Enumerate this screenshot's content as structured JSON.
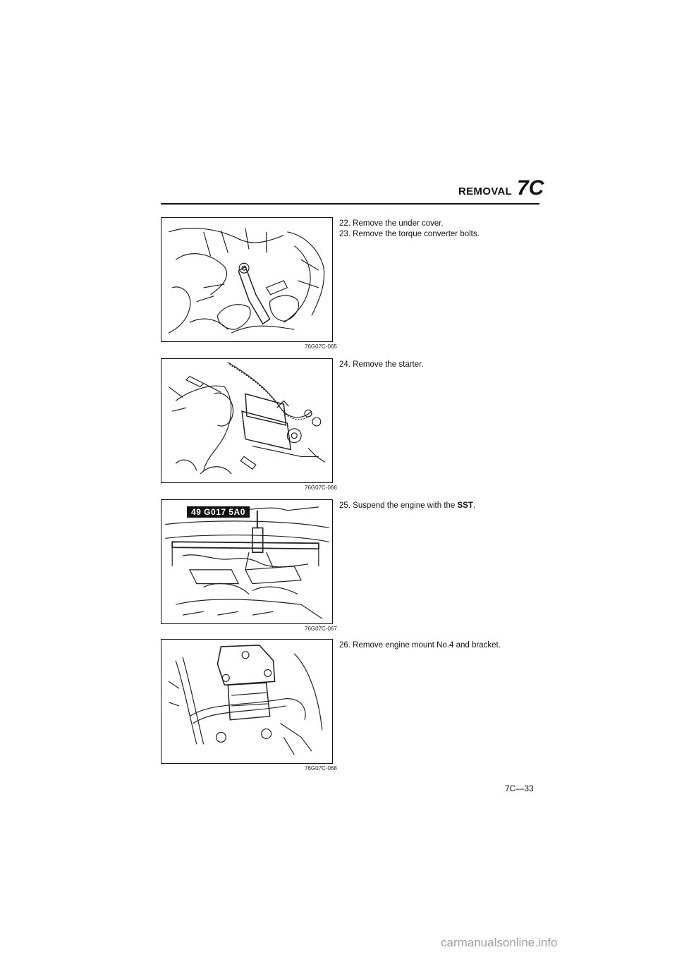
{
  "header": {
    "title": "REMOVAL",
    "code": "7C"
  },
  "figures": [
    {
      "caption": "76G07C-065"
    },
    {
      "caption": "76G07C-066"
    },
    {
      "caption": "76G07C-067",
      "tool_label": "49 G017 5A0"
    },
    {
      "caption": "76G07C-068"
    }
  ],
  "steps": {
    "s22": "22. Remove the under cover.",
    "s23": "23. Remove the torque converter bolts.",
    "s24": "24. Remove the starter.",
    "s25_pre": "25. Suspend the engine with the ",
    "s25_sst": "SST",
    "s25_post": ".",
    "s26": "26. Remove engine mount No.4 and bracket."
  },
  "footer": {
    "page_number": "7C—33",
    "watermark": "carmanualsonline.info"
  }
}
